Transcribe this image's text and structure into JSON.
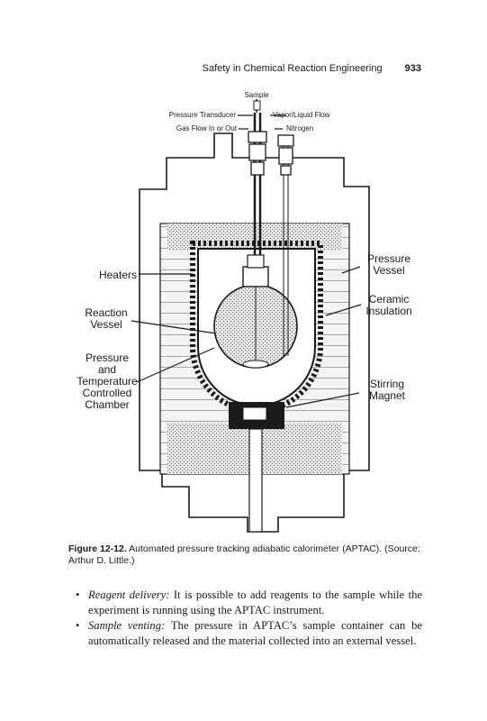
{
  "header": {
    "running_title": "Safety in Chemical Reaction Engineering",
    "page_number": "933"
  },
  "figure": {
    "labels": {
      "sample": "Sample",
      "pressure_transducer": "Pressure Transducer",
      "gas_flow": "Gas Flow In or Out",
      "vapor_liquid_flow": "Vapor/Liquid Flow",
      "nitrogen": "Nitrogen",
      "heaters": "Heaters",
      "reaction_vessel_1": "Reaction",
      "reaction_vessel_2": "Vessel",
      "chamber_1": "Pressure",
      "chamber_2": "and",
      "chamber_3": "Temperature",
      "chamber_4": "Controlled",
      "chamber_5": "Chamber",
      "pressure_vessel_1": "Pressure",
      "pressure_vessel_2": "Vessel",
      "ceramic_1": "Ceramic",
      "ceramic_2": "Insulation",
      "stirring_1": "Stirring",
      "stirring_2": "Magnet"
    }
  },
  "caption": {
    "number": "Figure 12-12.",
    "text": " Automated pressure tracking adiabatic calorimeter (APTAC). (Source: Arthur D. Little.)"
  },
  "bullets": [
    {
      "term": "Reagent delivery:",
      "text": " It is possible to add reagents to the sample while the experiment is running using the APTAC instrument."
    },
    {
      "term": "Sample venting:",
      "text": " The pressure in APTAC’s sample container can be automatically released and the material collected into an external vessel."
    }
  ]
}
